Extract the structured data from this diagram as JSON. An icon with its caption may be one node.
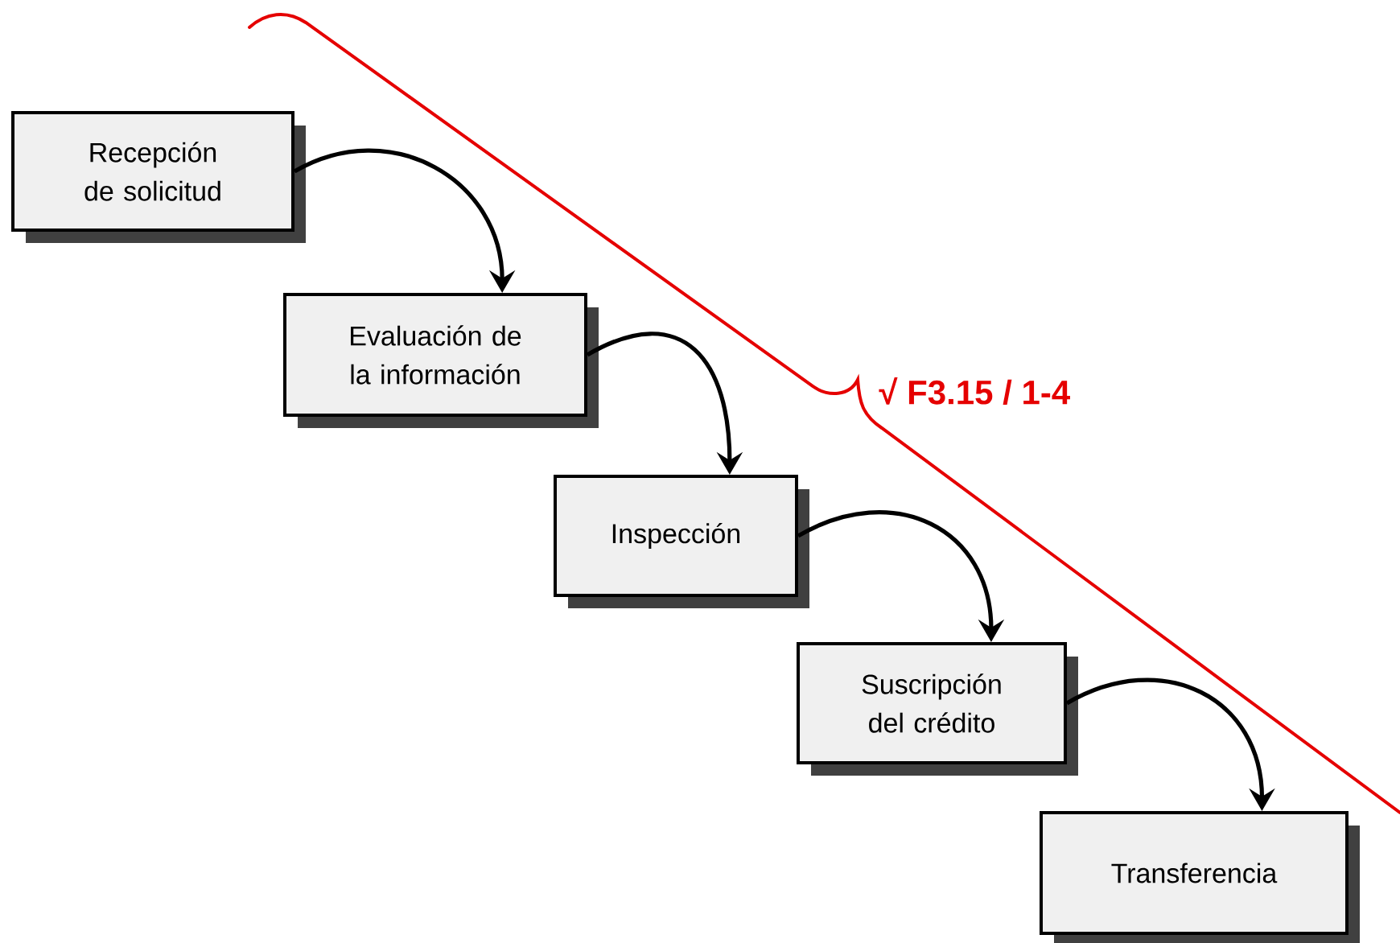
{
  "diagram": {
    "nodes": [
      {
        "text": [
          "Recepción de solicitud"
        ]
      },
      {
        "text": [
          "Evaluación de la información"
        ]
      },
      {
        "text": [
          "Inspección"
        ]
      },
      {
        "text": [
          "Suscripción del crédito"
        ]
      },
      {
        "text": [
          "Transferencia"
        ]
      }
    ],
    "edges": [
      {
        "from": 0,
        "to": 1,
        "arrow": "to"
      },
      {
        "from": 1,
        "to": 2,
        "arrow": "to"
      },
      {
        "from": 2,
        "to": 3,
        "arrow": "to"
      },
      {
        "from": 3,
        "to": 4,
        "arrow": "to"
      }
    ],
    "labels": [
      "√ F3.15 / 1-4"
    ]
  }
}
